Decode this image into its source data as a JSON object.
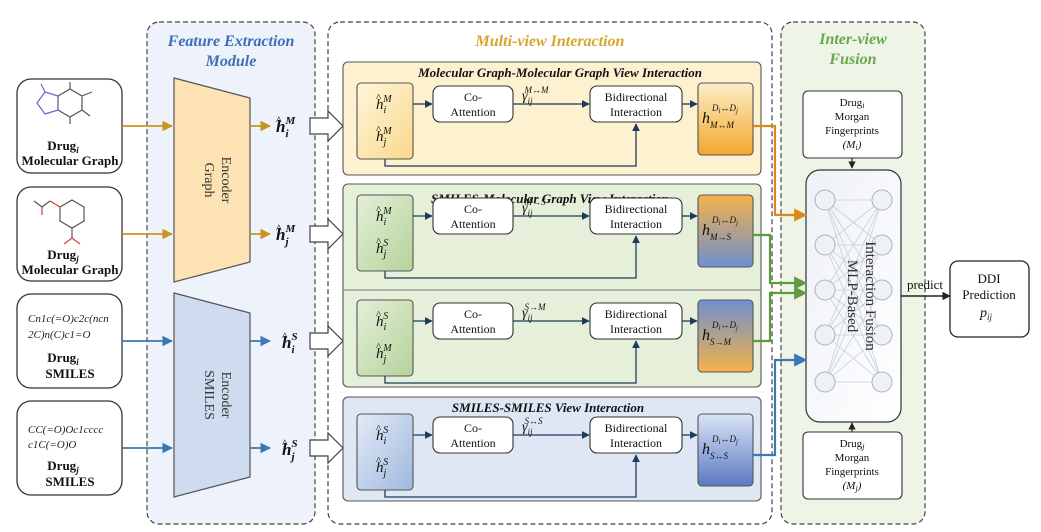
{
  "sections": {
    "feature_extraction": [
      "Feature Extraction",
      "Module"
    ],
    "multiview": "Multi-view Interaction",
    "interview": [
      "Inter-view",
      "Fusion"
    ]
  },
  "inputs": [
    {
      "line1": "Drug",
      "sub": "i",
      "line2": "Molecular Graph"
    },
    {
      "line1": "Drug",
      "sub": "j",
      "line2": "Molecular Graph"
    },
    {
      "line1": "Drug",
      "sub": "i",
      "line2": "SMILES",
      "smiles": [
        "Cn1c(=O)c2c(ncn",
        "2C)n(C)c1=O"
      ]
    },
    {
      "line1": "Drug",
      "sub": "j",
      "line2": "SMILES",
      "smiles": [
        "CC(=O)Oc1cccc",
        "c1C(=O)O"
      ]
    }
  ],
  "encoders": {
    "graph": [
      "Graph",
      "Encoder"
    ],
    "smiles": [
      "SMILES",
      "Encoder"
    ]
  },
  "features": [
    {
      "main": "h",
      "sub": "i",
      "sup": "M"
    },
    {
      "main": "h",
      "sub": "j",
      "sup": "M"
    },
    {
      "main": "h",
      "sub": "i",
      "sup": "S"
    },
    {
      "main": "h",
      "sub": "j",
      "sup": "S"
    }
  ],
  "panels": [
    {
      "title": "Molecular Graph-Molecular Graph View Interaction",
      "h1": {
        "sub": "i",
        "sup": "M"
      },
      "h2": {
        "sub": "j",
        "sup": "M"
      },
      "gamma_sup": "M↔M",
      "out_sub": "M↔M"
    },
    {
      "title": "SMILES-Molecular Graph View Interaction",
      "h1": {
        "sub": "i",
        "sup": "M"
      },
      "h2": {
        "sub": "j",
        "sup": "S"
      },
      "gamma_sup": "M→S",
      "out_sub": "M→S"
    },
    {
      "title": "",
      "h1": {
        "sub": "i",
        "sup": "S"
      },
      "h2": {
        "sub": "j",
        "sup": "M"
      },
      "gamma_sup": "S→M",
      "out_sub": "S→M"
    },
    {
      "title": "SMILES-SMILES View Interaction",
      "h1": {
        "sub": "i",
        "sup": "S"
      },
      "h2": {
        "sub": "j",
        "sup": "S"
      },
      "gamma_sup": "S↔S",
      "out_sub": "S↔S"
    }
  ],
  "coattention": [
    "Co-",
    "Attention"
  ],
  "bidirectional": [
    "Bidirectional",
    "Interaction"
  ],
  "gamma": {
    "main": "γ",
    "sub": "ij"
  },
  "out": {
    "main": "h",
    "sup": "D",
    "sup_i": "i",
    "sup_arrow": "↔",
    "sup_j": "j"
  },
  "fingerprints": {
    "top": {
      "l1": "Drug",
      "sub": "i",
      "l2": "Morgan",
      "l3": "Fingerprints",
      "l4": "(M",
      "l4sub": "i",
      "l4end": ")"
    },
    "bottom": {
      "l1": "Drug",
      "sub": "j",
      "l2": "Morgan",
      "l3": "Fingerprints",
      "l4": "(M",
      "l4sub": "j",
      "l4end": ")"
    }
  },
  "mlp": [
    "MLP-Based",
    "Interaction Fusion"
  ],
  "predict": "predict",
  "result": {
    "l1": "DDI",
    "l2": "Prediction",
    "p": "p",
    "psub": "ij"
  },
  "colors": {
    "graph_arrow": "#c8961e",
    "smiles_arrow": "#3a78b6",
    "green_arrow": "#5f9a3c",
    "orange_arrow": "#d98a1a",
    "section_orange": "#d7a52c",
    "section_blue": "#3d6eb8",
    "section_green": "#6aa84f"
  }
}
